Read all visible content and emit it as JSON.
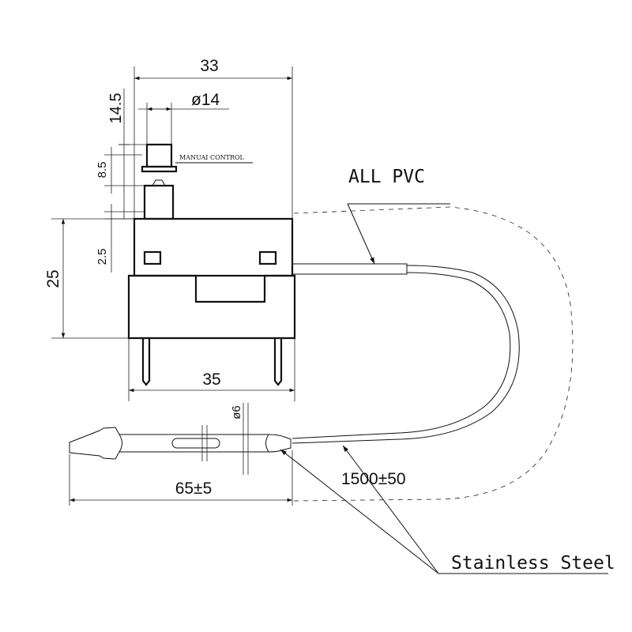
{
  "dimensions": {
    "width_top": "33",
    "stem_height": "14.5",
    "button_diameter": "ø14",
    "gap": "8.5",
    "body_height": "25",
    "base_height": "2.5",
    "width_bottom": "35",
    "bulb_diameter": "ø6",
    "bulb_length": "65±5",
    "capillary_length": "1500±50"
  },
  "labels": {
    "manual_control": "MANUAI CONTROL",
    "cable_material": "ALL PVC",
    "sensor_material": "Stainless Steel"
  }
}
